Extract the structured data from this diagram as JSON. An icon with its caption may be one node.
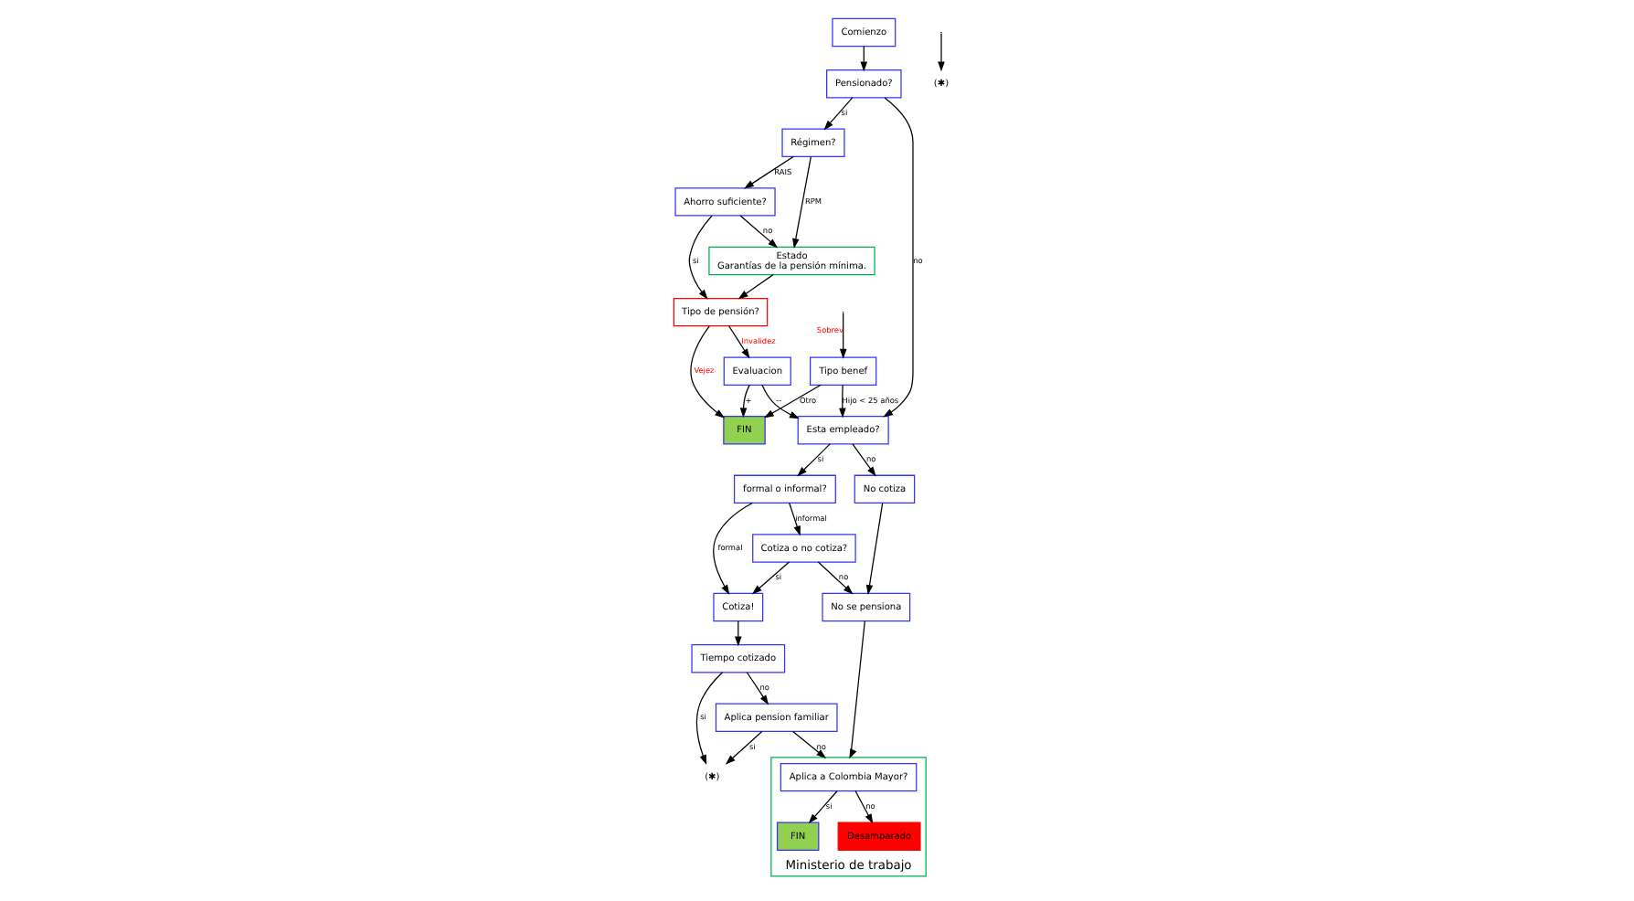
{
  "diagram": {
    "nodes": [
      {
        "text": [
          "Comienzo"
        ]
      },
      {
        "text": [
          "Pensionado?"
        ]
      },
      {
        "text": [
          "(✱)"
        ]
      },
      {
        "text": [
          "Régimen?"
        ]
      },
      {
        "text": [
          "Ahorro suficiente?"
        ]
      },
      {
        "text": [
          "Estado",
          "Garantías de la pensión mínima."
        ]
      },
      {
        "text": [
          "Tipo de pensión?"
        ]
      },
      {
        "text": [
          "FIN"
        ]
      },
      {
        "text": [
          "Evaluacion"
        ]
      },
      {
        "text": [
          "Esta empleado?"
        ]
      },
      {
        "text": [
          "Tipo benef"
        ]
      },
      {
        "text": [
          "formal o informal?"
        ]
      },
      {
        "text": [
          "No cotiza"
        ]
      },
      {
        "text": [
          "Cotiza!"
        ]
      },
      {
        "text": [
          "Tiempo cotizado"
        ]
      },
      {
        "text": [
          "(✱)"
        ]
      },
      {
        "text": [
          "Cotiza o no cotiza?"
        ]
      },
      {
        "text": [
          "No se pensiona"
        ]
      },
      {
        "text": [
          "Aplica pension familiar"
        ]
      },
      {
        "text": [
          "Ministerio de trabajo"
        ]
      },
      {
        "text": [
          "Aplica a Colombia Mayor?"
        ],
        "in": 19
      },
      {
        "text": [
          "FIN"
        ],
        "in": 19
      },
      {
        "text": [
          "Desamparado"
        ],
        "in": 19
      }
    ],
    "edges": [
      {
        "from": 0,
        "to": 1,
        "arrow": "to"
      },
      {
        "from": 1,
        "to": 3,
        "label": "si",
        "arrow": "to"
      },
      {
        "from": 1,
        "to": 9,
        "label": "no",
        "arrow": "to"
      },
      {
        "from": null,
        "to": 2,
        "arrow": "to"
      },
      {
        "from": 3,
        "to": 5,
        "label": "RPM",
        "arrow": "to"
      },
      {
        "from": 3,
        "to": 4,
        "label": "RAIS",
        "arrow": "to"
      },
      {
        "from": 4,
        "to": 5,
        "label": "no",
        "arrow": "to"
      },
      {
        "from": 4,
        "to": 6,
        "label": "si",
        "arrow": "to"
      },
      {
        "from": 5,
        "to": 6,
        "arrow": "to"
      },
      {
        "from": 6,
        "to": 7,
        "label": "Vejez",
        "arrow": "to"
      },
      {
        "from": 6,
        "to": 8,
        "label": "Invalidez",
        "arrow": "to"
      },
      {
        "from": 8,
        "to": 7,
        "label": "+",
        "arrow": "to"
      },
      {
        "from": 8,
        "to": 9,
        "label": "--",
        "arrow": "to"
      },
      {
        "from": null,
        "to": 10,
        "label": "Sobrev",
        "arrow": "to"
      },
      {
        "from": 10,
        "to": 7,
        "label": "Otro",
        "arrow": "to"
      },
      {
        "from": 10,
        "to": 9,
        "label": "Hijo < 25 años",
        "arrow": "to"
      },
      {
        "from": 9,
        "to": 12,
        "label": "no",
        "arrow": "to"
      },
      {
        "from": 9,
        "to": 11,
        "label": "si",
        "arrow": "to"
      },
      {
        "from": 11,
        "to": 13,
        "label": "formal",
        "arrow": "to"
      },
      {
        "from": 11,
        "to": 16,
        "label": "informal",
        "arrow": "to"
      },
      {
        "from": 12,
        "to": 17,
        "arrow": "to"
      },
      {
        "from": 16,
        "to": 17,
        "label": "no",
        "arrow": "to"
      },
      {
        "from": 16,
        "to": 13,
        "label": "si",
        "arrow": "to"
      },
      {
        "from": 13,
        "to": 14,
        "arrow": "to"
      },
      {
        "from": 14,
        "to": 15,
        "label": "si",
        "arrow": "to"
      },
      {
        "from": 14,
        "to": 18,
        "label": "no",
        "arrow": "to"
      },
      {
        "from": 18,
        "to": 15,
        "label": "si",
        "arrow": "to"
      },
      {
        "from": 17,
        "to": 19,
        "arrow": "to"
      },
      {
        "from": 18,
        "to": 19,
        "label": "no",
        "arrow": "to"
      },
      {
        "from": 20,
        "to": 21,
        "label": "si",
        "arrow": "to"
      },
      {
        "from": 20,
        "to": 22,
        "label": "no",
        "arrow": "to"
      }
    ]
  }
}
